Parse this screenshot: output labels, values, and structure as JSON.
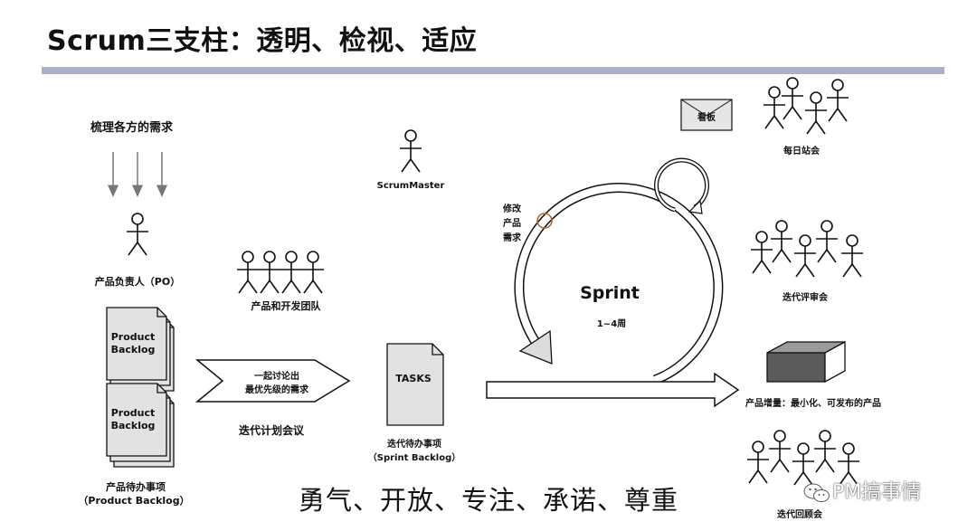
{
  "title": "Scrum三支柱：透明、检视、适应",
  "requirements_label": "梳理各方的需求",
  "po_label": "产品负责人（PO）",
  "backlog_doc_label": "Product\nBacklog",
  "backlog_caption": {
    "line1": "产品待办事项",
    "line2": "（Product Backlog）"
  },
  "planning_arrow_text": {
    "line1": "一起讨论出",
    "line2": "最优先级的需求"
  },
  "planning_label": "迭代计划会议",
  "team_label": "产品和开发团队",
  "scrum_master_label": "ScrumMaster",
  "tasks_label": "TASKS",
  "sprint_backlog_caption": {
    "line1": "迭代待办事项",
    "line2": "（Sprint Backlog）"
  },
  "modify_label": {
    "line1": "修改",
    "line2": "产品",
    "line3": "需求"
  },
  "sprint_title": "Sprint",
  "sprint_duration": "1~4周",
  "kanban_label": "看板",
  "daily_label": "每日站会",
  "review_label": "迭代评审会",
  "increment_label": "产品增量：最小化、可发布的产品",
  "retro_label": "迭代回顾会",
  "values_text": "勇气、开放、专注、承诺、尊重",
  "watermark": "PM搞事情",
  "colors": {
    "title_bar": "#a9b1c9",
    "modify_circle": "#b5652a",
    "document_fill": "#e2e2e2"
  }
}
